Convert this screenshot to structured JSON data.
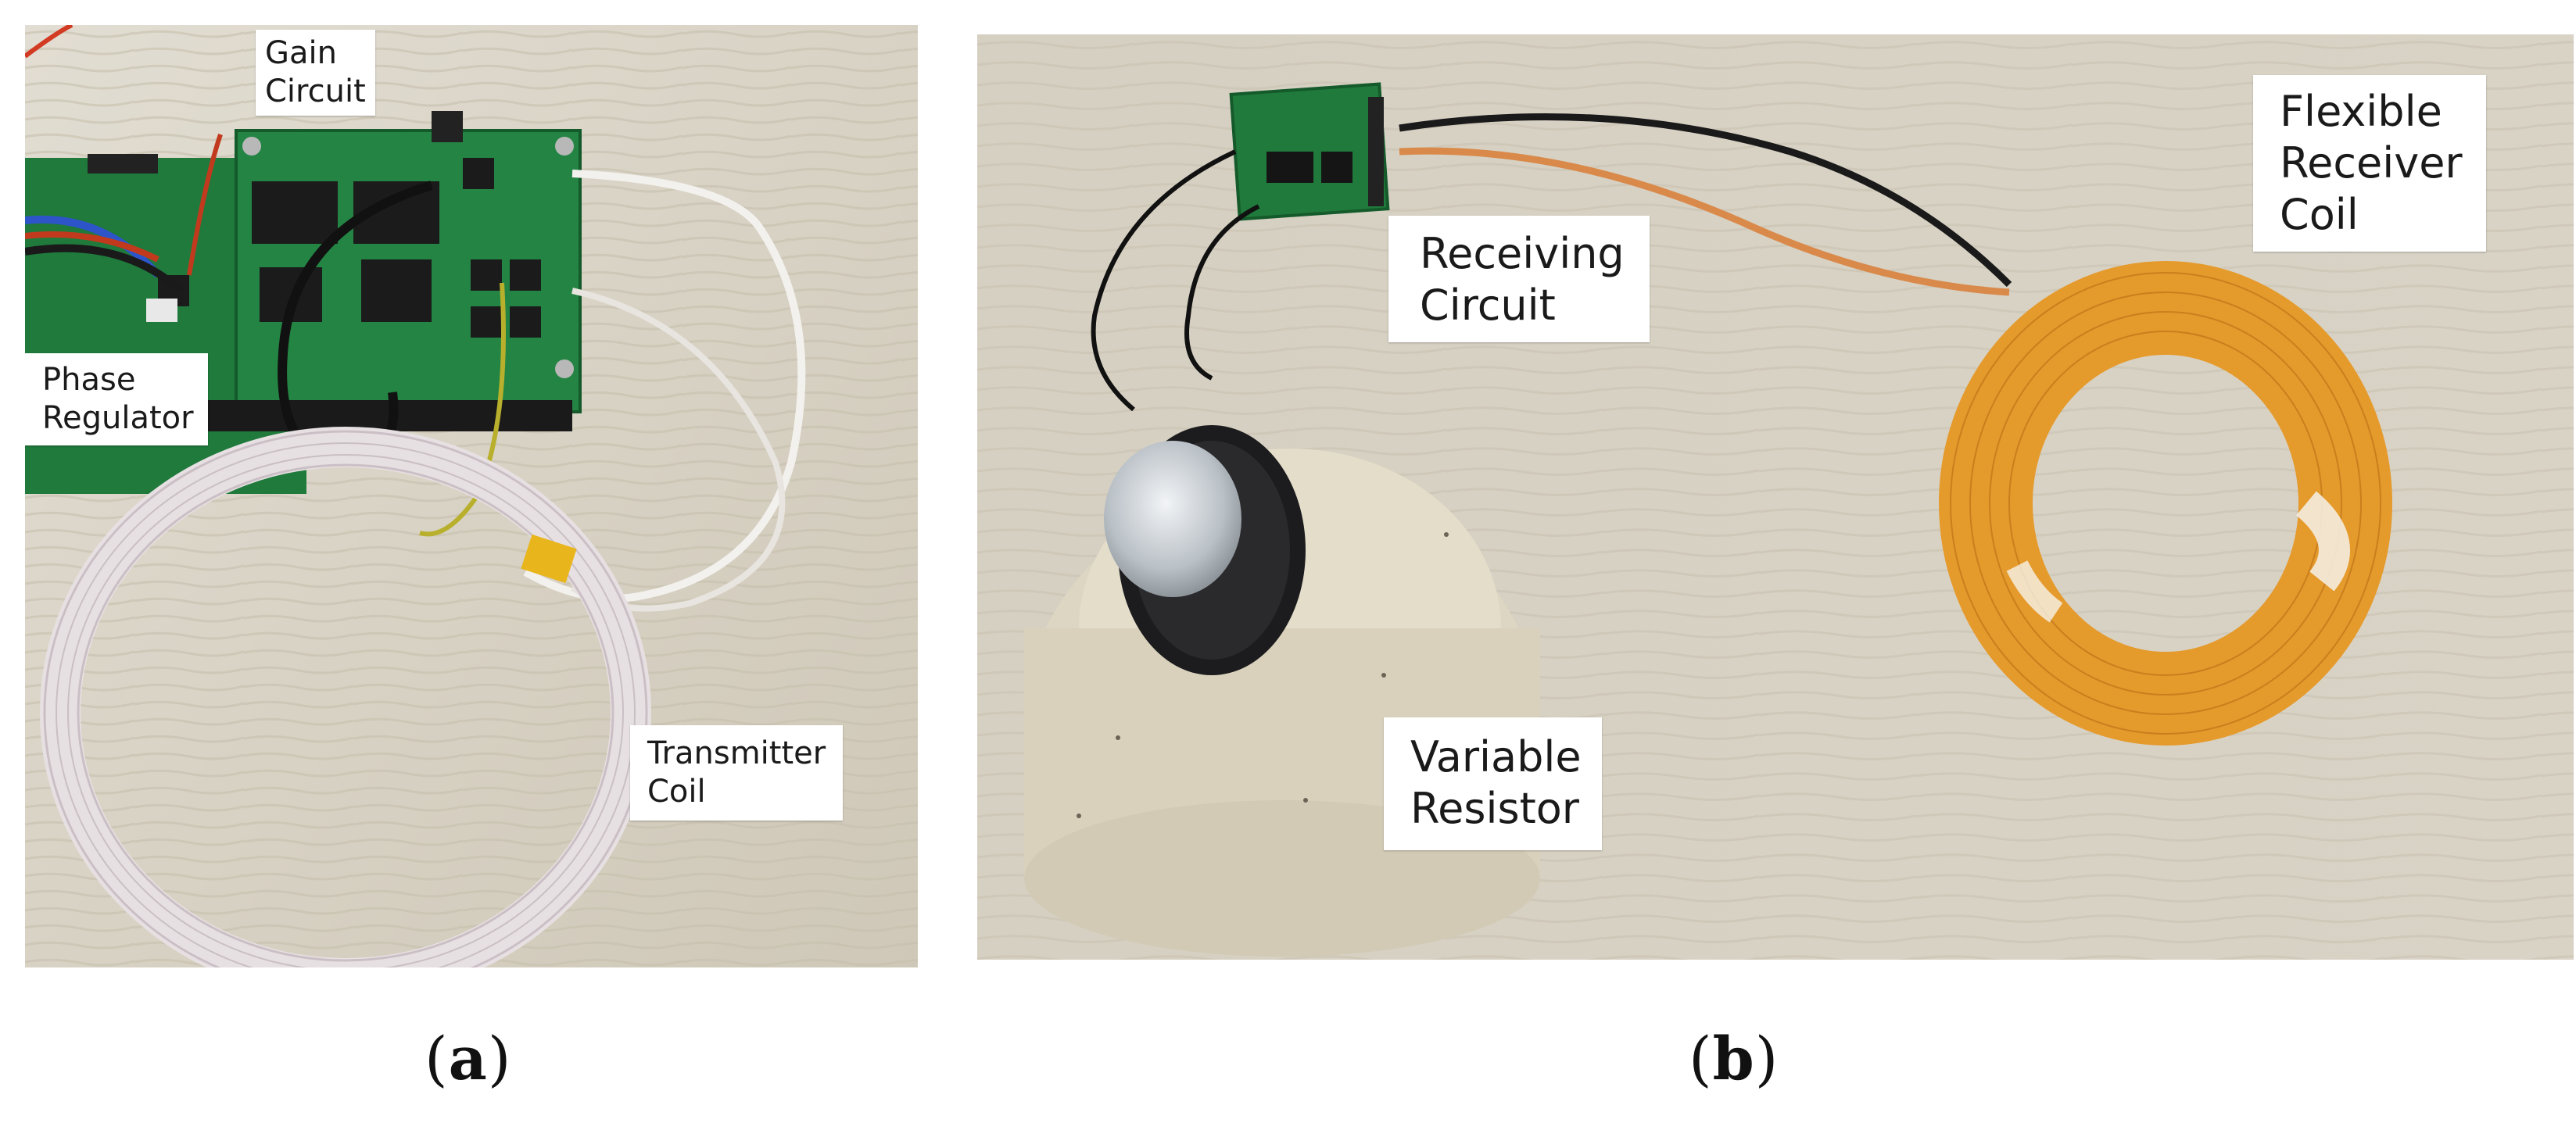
{
  "panel_a": {
    "labels": {
      "gain": [
        "Gain",
        "Circuit"
      ],
      "phase": [
        "Phase",
        "Regulator"
      ],
      "transmitter": [
        "Transmitter",
        "Coil"
      ]
    },
    "caption": {
      "open": "(",
      "letter": "a",
      "close": ")"
    }
  },
  "panel_b": {
    "labels": {
      "receiving": [
        "Receiving",
        "Circuit"
      ],
      "flexible": [
        "Flexible",
        "Receiver",
        "Coil"
      ],
      "variable": [
        "Variable",
        "Resistor"
      ]
    },
    "caption": {
      "open": "(",
      "letter": "b",
      "close": ")"
    }
  },
  "colors": {
    "desk": "#d8d2c4",
    "pcb": "#1f7a3c",
    "coil_white": "#e7e0e2",
    "coil_orange": "#e0962a",
    "knob": "#1c1c1e",
    "foam": "#ddd6c2"
  }
}
